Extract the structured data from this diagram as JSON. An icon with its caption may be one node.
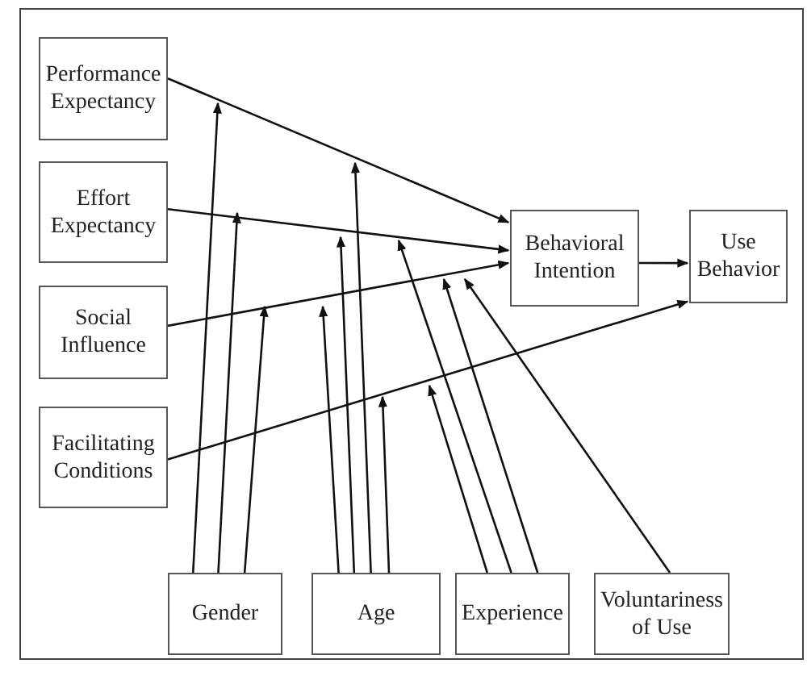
{
  "diagram": {
    "nodes": [
      {
        "text": [
          "Performance Expectancy"
        ]
      },
      {
        "text": [
          "Effort Expectancy"
        ]
      },
      {
        "text": [
          "Social Influence"
        ]
      },
      {
        "text": [
          "Facilitating Conditions"
        ]
      },
      {
        "text": [
          "Behavioral Intention"
        ]
      },
      {
        "text": [
          "Use Behavior"
        ]
      },
      {
        "text": [
          "Gender"
        ]
      },
      {
        "text": [
          "Age"
        ]
      },
      {
        "text": [
          "Experience"
        ]
      },
      {
        "text": [
          "Voluntariness of Use"
        ]
      }
    ],
    "edges": [
      {
        "from": 0,
        "to": 4,
        "arrow": "to"
      },
      {
        "from": 1,
        "to": 4,
        "arrow": "to"
      },
      {
        "from": 2,
        "to": 4,
        "arrow": "to"
      },
      {
        "from": 3,
        "to": 5,
        "arrow": "to"
      },
      {
        "from": 4,
        "to": 5,
        "arrow": "to"
      },
      {
        "from": 6,
        "to": null,
        "arrow": "to"
      },
      {
        "from": 6,
        "to": null,
        "arrow": "to"
      },
      {
        "from": 6,
        "to": null,
        "arrow": "to"
      },
      {
        "from": 7,
        "to": null,
        "arrow": "to"
      },
      {
        "from": 7,
        "to": null,
        "arrow": "to"
      },
      {
        "from": 7,
        "to": null,
        "arrow": "to"
      },
      {
        "from": 7,
        "to": null,
        "arrow": "to"
      },
      {
        "from": 8,
        "to": null,
        "arrow": "to"
      },
      {
        "from": 8,
        "to": null,
        "arrow": "to"
      },
      {
        "from": 8,
        "to": null,
        "arrow": "to"
      },
      {
        "from": 9,
        "to": null,
        "arrow": "to"
      }
    ]
  }
}
